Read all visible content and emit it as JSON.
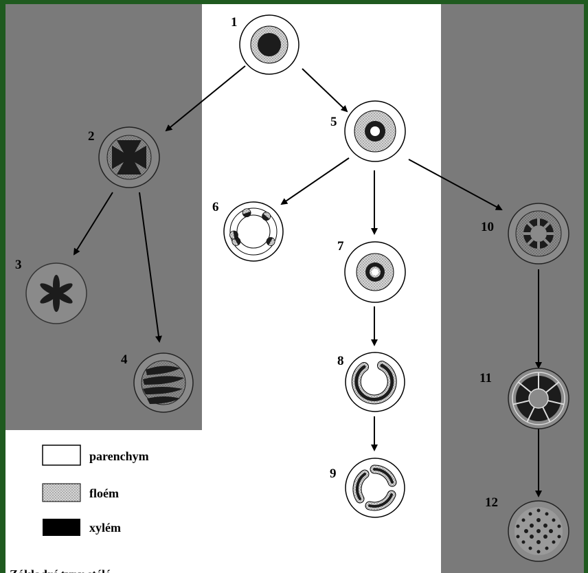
{
  "nodes": {
    "n1": "1",
    "n2": "2",
    "n3": "3",
    "n4": "4",
    "n5": "5",
    "n6": "6",
    "n7": "7",
    "n8": "8",
    "n9": "9",
    "n10": "10",
    "n11": "11",
    "n12": "12"
  },
  "legend": {
    "parenchyma": "parenchym",
    "phloem": "floém",
    "xylem": "xylém"
  },
  "footer_text": "Základní typy stélé",
  "colors": {
    "frame_green": "#1f5a1f",
    "gray_panel": "#7a7a7a",
    "white_panel": "#ffffff",
    "xylem": "#1c1c1c",
    "phloem": "#b9b9b9"
  }
}
